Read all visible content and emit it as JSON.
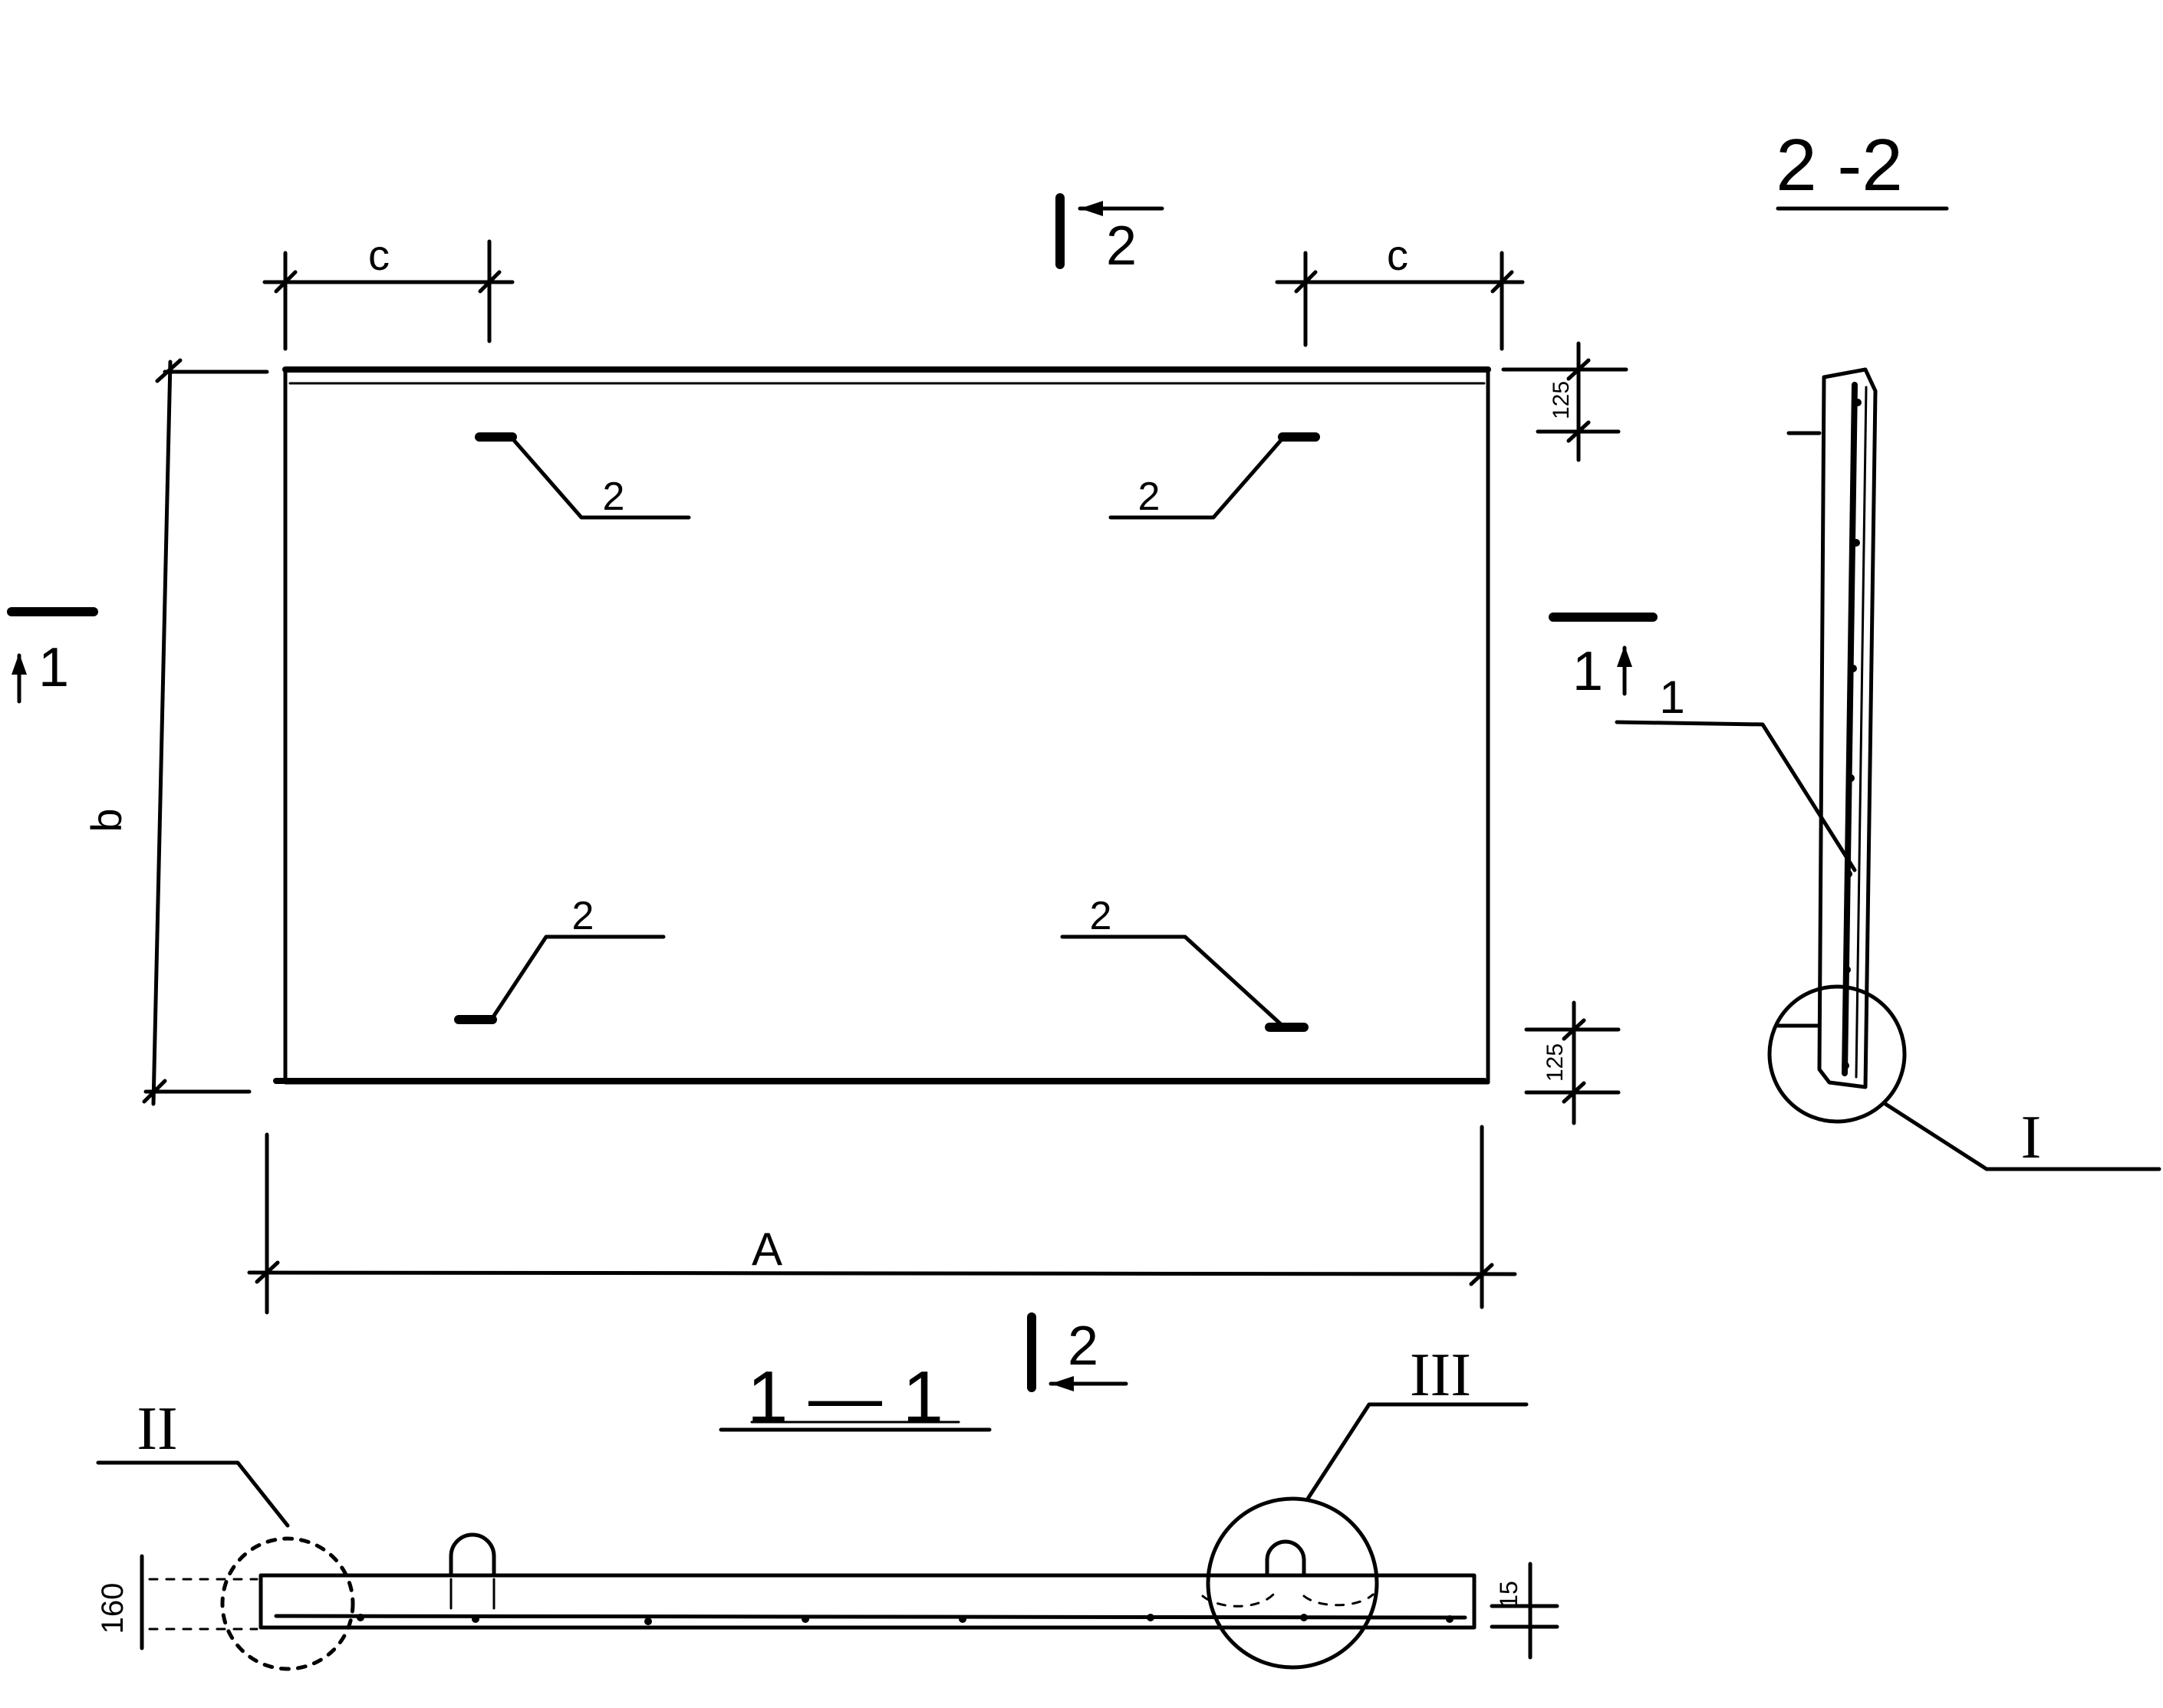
{
  "section_titles": {
    "section_2_2": "2 -2",
    "section_1_1": "1 — 1"
  },
  "section_marks": {
    "cut_2": "2",
    "cut_1": "1"
  },
  "dimensions": {
    "c": "c",
    "b": "b",
    "A": "A",
    "edge_offset": "125",
    "height": "160",
    "cover": "15"
  },
  "callouts": {
    "item_1": "1",
    "item_2": "2",
    "detail_I": "I",
    "detail_II": "II",
    "detail_III": "III"
  }
}
